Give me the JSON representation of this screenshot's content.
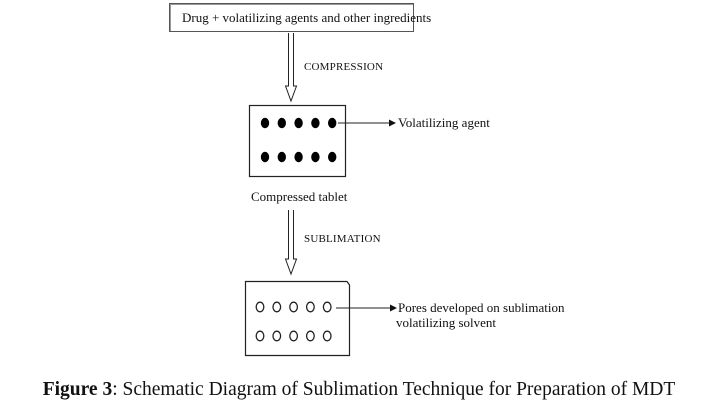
{
  "diagram": {
    "start_box": "Drug + volatilizing agents and other ingredients",
    "step1_label": "COMPRESSION",
    "tablet1": {
      "particle_type": "filled",
      "rows": 2,
      "per_row": 5,
      "pointer_label": "Volatilizing agent",
      "caption": "Compressed tablet"
    },
    "step2_label": "SUBLIMATION",
    "tablet2": {
      "particle_type": "hollow",
      "rows": 2,
      "per_row": 5,
      "pointer_label_line1": "Pores developed on sublimation c",
      "pointer_label_line2": "volatilizing solvent"
    }
  },
  "figure": {
    "number_label": "Figure 3",
    "title": ": Schematic Diagram of Sublimation Technique for Preparation of MDT"
  }
}
